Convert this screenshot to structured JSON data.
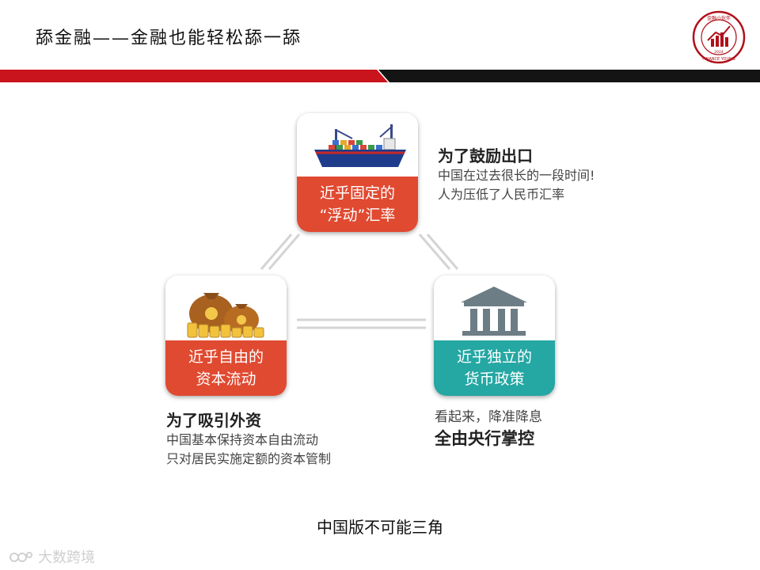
{
  "header": {
    "title": "舔金融——金融也能轻松舔一舔",
    "logo_text_top": "金融小伙伴",
    "logo_text_bottom": "FINANCE YOUNG",
    "logo_year": "2024"
  },
  "colors": {
    "accent_red": "#c9141d",
    "card_red": "#e04a31",
    "card_teal": "#25a7a3"
  },
  "triangle": {
    "top": {
      "icon": "cargo-ship-icon",
      "label_line1": "近乎固定的",
      "label_line2": "“浮动”汇率",
      "note_title": "为了鼓励出口",
      "note_line1": "中国在过去很长的一段时间!",
      "note_line2": "人为压低了人民币汇率"
    },
    "left": {
      "icon": "money-bags-icon",
      "label_line1": "近乎自由的",
      "label_line2": "资本流动",
      "note_title": "为了吸引外资",
      "note_line1": "中国基本保持资本自由流动",
      "note_line2": "只对居民实施定额的资本管制"
    },
    "right": {
      "icon": "bank-building-icon",
      "label_line1": "近乎独立的",
      "label_line2": "货币政策",
      "note_line1": "看起来，降准降息",
      "note_title": "全由央行掌控"
    }
  },
  "caption": "中国版不可能三角",
  "watermark": "大数跨境"
}
